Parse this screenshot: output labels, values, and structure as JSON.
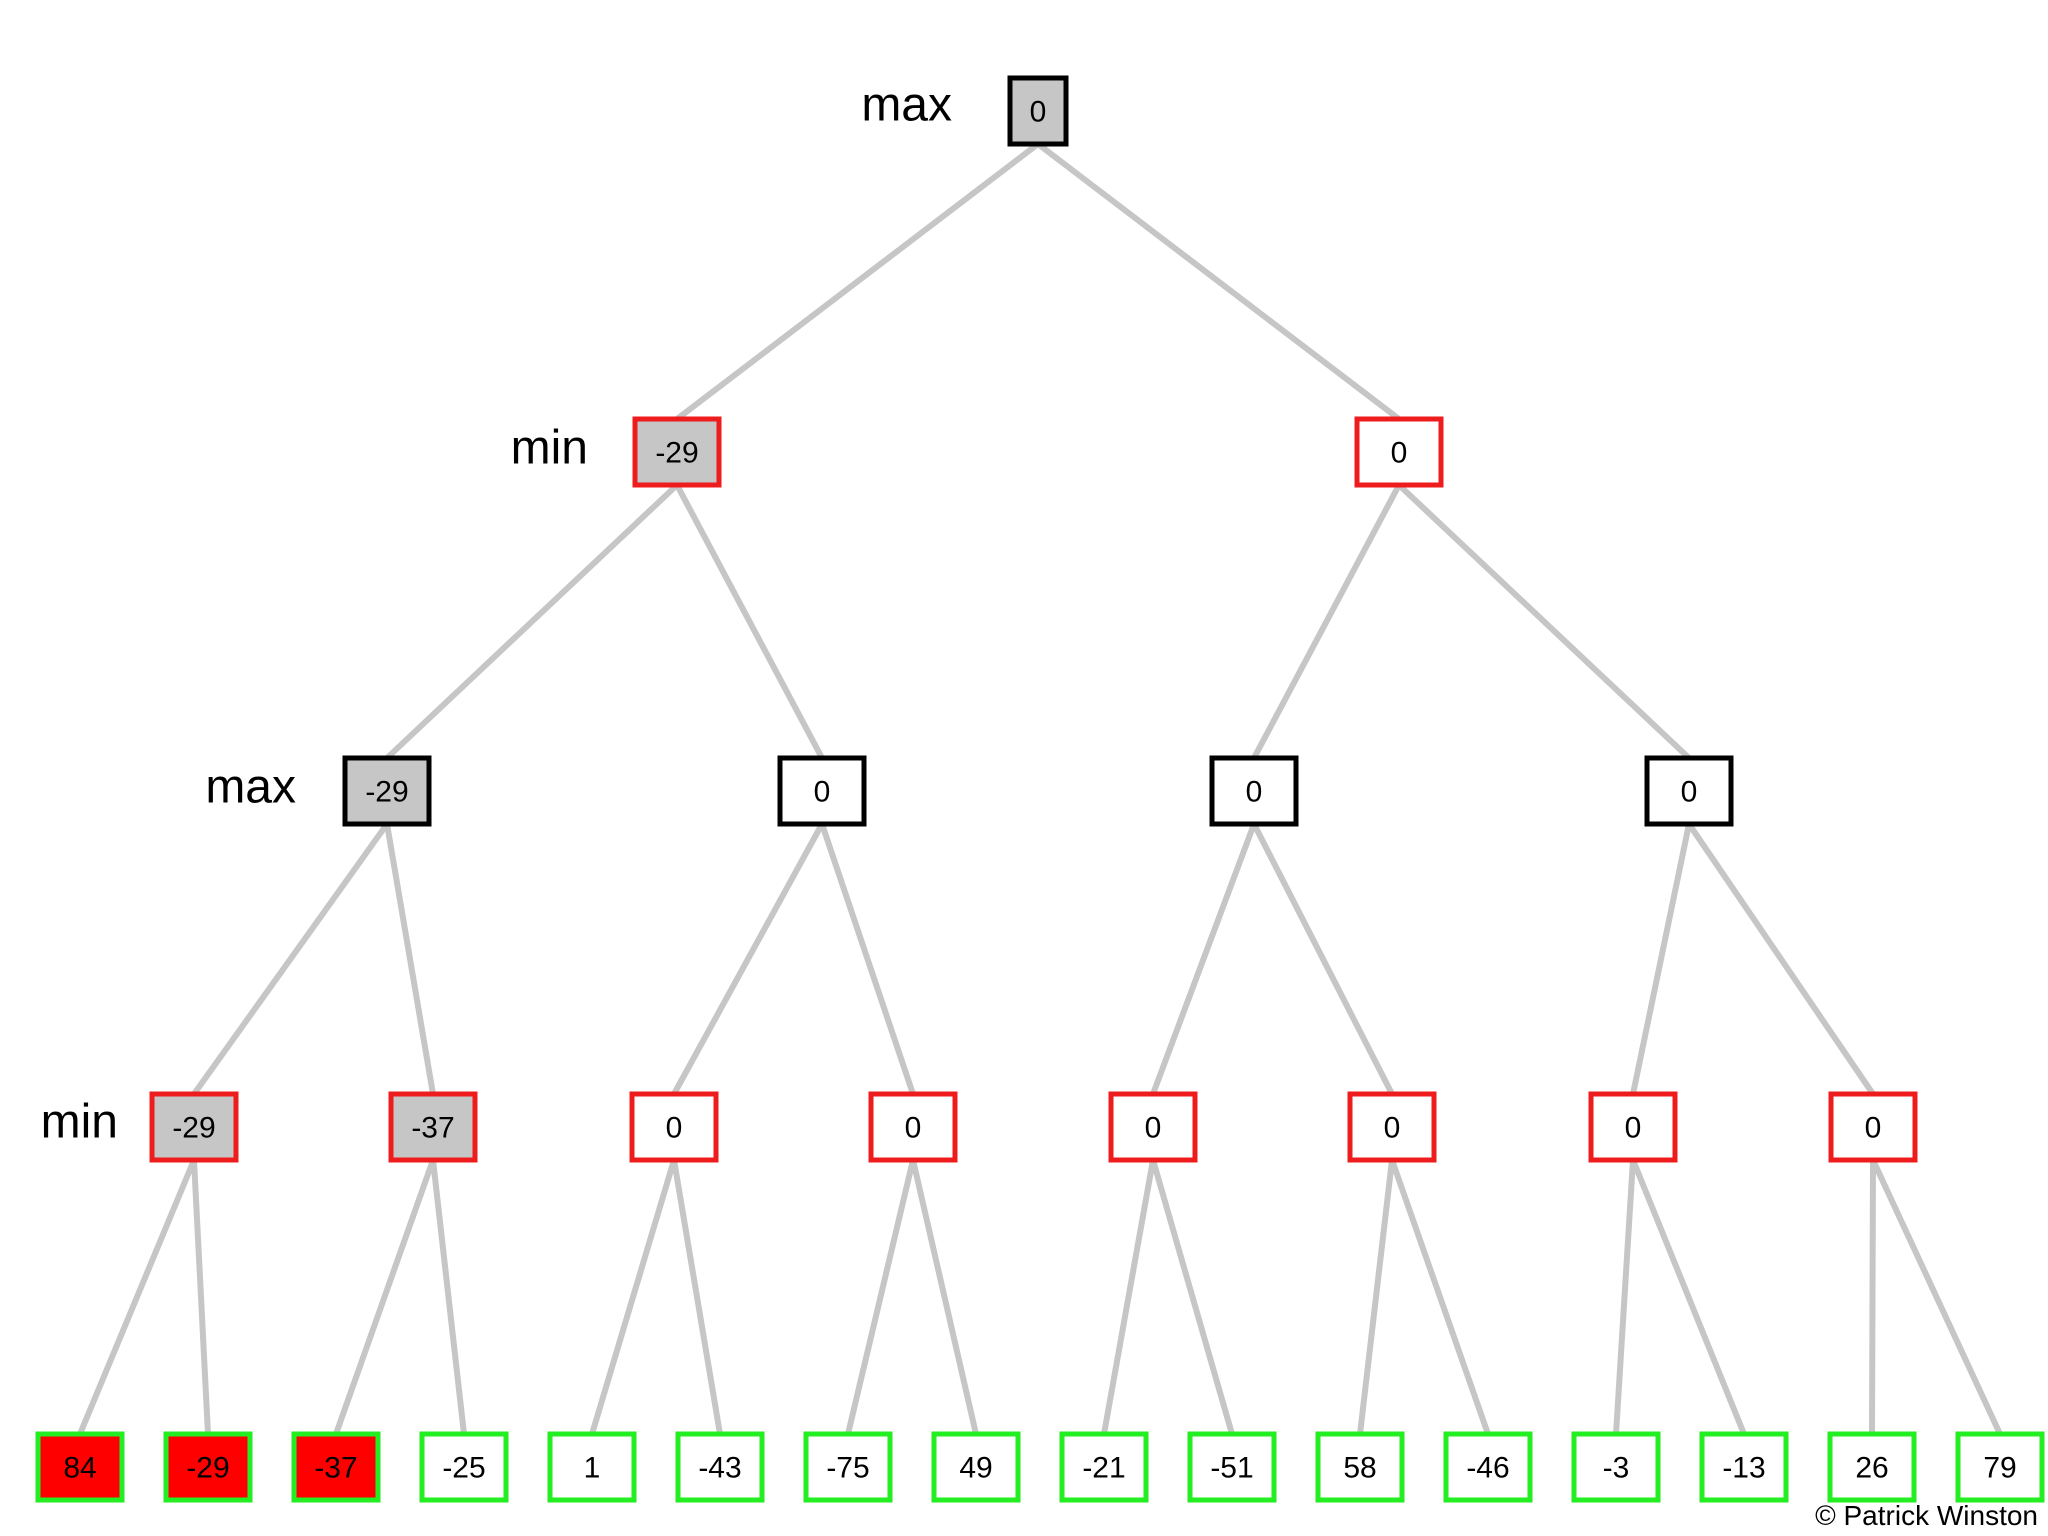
{
  "colors": {
    "edge": "#c6c6c6",
    "max_border": "#000000",
    "min_border": "#ee1c1c",
    "leaf_border": "#22ee22",
    "evaluated_fill": "#c6c6c6",
    "pruned_leaf_fill": "#ff0000",
    "plain_fill": "#ffffff"
  },
  "level_labels": [
    "max",
    "min",
    "max",
    "min"
  ],
  "tree": {
    "root": {
      "value": "0",
      "type": "max",
      "fill": "gray"
    },
    "level1": [
      {
        "value": "-29",
        "type": "min",
        "fill": "gray"
      },
      {
        "value": "0",
        "type": "min",
        "fill": "white"
      }
    ],
    "level2": [
      {
        "value": "-29",
        "type": "max",
        "fill": "gray"
      },
      {
        "value": "0",
        "type": "max",
        "fill": "white"
      },
      {
        "value": "0",
        "type": "max",
        "fill": "white"
      },
      {
        "value": "0",
        "type": "max",
        "fill": "white"
      }
    ],
    "level3": [
      {
        "value": "-29",
        "type": "min",
        "fill": "gray"
      },
      {
        "value": "-37",
        "type": "min",
        "fill": "gray"
      },
      {
        "value": "0",
        "type": "min",
        "fill": "white"
      },
      {
        "value": "0",
        "type": "min",
        "fill": "white"
      },
      {
        "value": "0",
        "type": "min",
        "fill": "white"
      },
      {
        "value": "0",
        "type": "min",
        "fill": "white"
      },
      {
        "value": "0",
        "type": "min",
        "fill": "white"
      },
      {
        "value": "0",
        "type": "min",
        "fill": "white"
      }
    ],
    "leaves": [
      {
        "value": "84",
        "fill": "red"
      },
      {
        "value": "-29",
        "fill": "red"
      },
      {
        "value": "-37",
        "fill": "red"
      },
      {
        "value": "-25",
        "fill": "white"
      },
      {
        "value": "1",
        "fill": "white"
      },
      {
        "value": "-43",
        "fill": "white"
      },
      {
        "value": "-75",
        "fill": "white"
      },
      {
        "value": "49",
        "fill": "white"
      },
      {
        "value": "-21",
        "fill": "white"
      },
      {
        "value": "-51",
        "fill": "white"
      },
      {
        "value": "58",
        "fill": "white"
      },
      {
        "value": "-46",
        "fill": "white"
      },
      {
        "value": "-3",
        "fill": "white"
      },
      {
        "value": "-13",
        "fill": "white"
      },
      {
        "value": "26",
        "fill": "white"
      },
      {
        "value": "79",
        "fill": "white"
      }
    ]
  },
  "copyright": "© Patrick Winston"
}
